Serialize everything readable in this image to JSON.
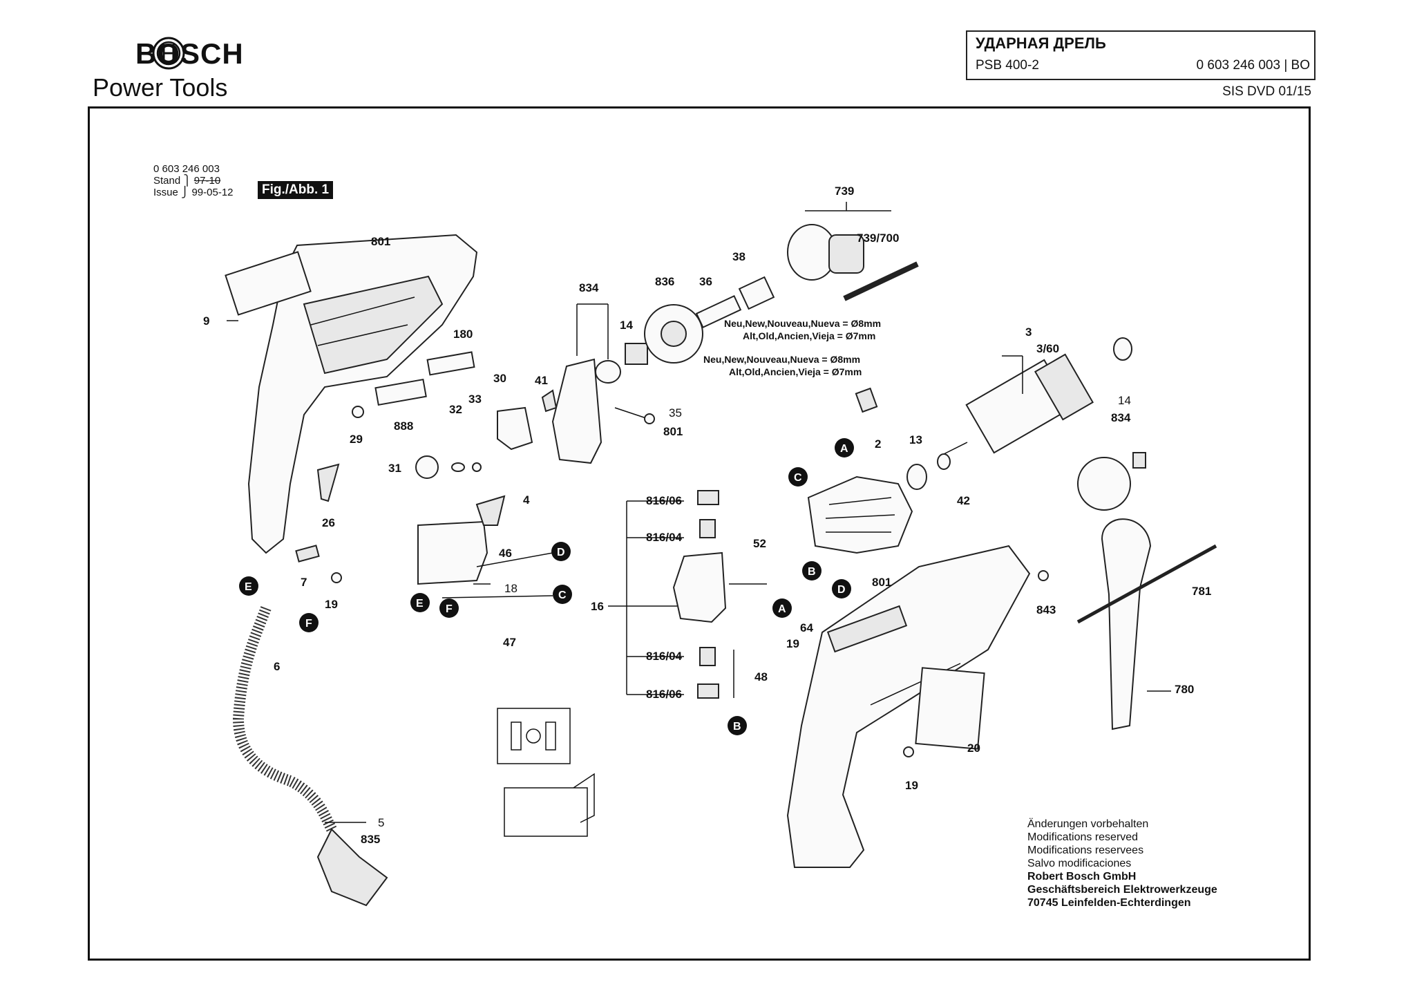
{
  "brand": {
    "name": "BOSCH",
    "product_line": "Power Tools"
  },
  "title_block": {
    "title": "УДАРНАЯ ДРЕЛЬ",
    "model": "PSB 400-2",
    "part_number": "0 603 246 003 | BO",
    "sis": "SIS DVD 01/15"
  },
  "figure": {
    "doc_number": "0 603 246 003",
    "stand_label": "Stand",
    "issue_label": "Issue",
    "stand_value": "97-10",
    "issue_value": "99-05-12",
    "badge": "Fig./Abb. 1"
  },
  "notes": {
    "new_8mm_a": "Neu,New,Nouveau,Nueva = Ø8mm",
    "old_7mm_a": "Alt,Old,Ancien,Vieja = Ø7mm",
    "new_8mm_b": "Neu,New,Nouveau,Nueva = Ø8mm",
    "old_7mm_b": "Alt,Old,Ancien,Vieja = Ø7mm"
  },
  "part_labels": {
    "p739": "739",
    "p739_700": "739/700",
    "p38": "38",
    "p836": "836",
    "p36": "36",
    "p834_top": "834",
    "p14_top": "14",
    "p801_top": "801",
    "p9": "9",
    "p180": "180",
    "p888": "888",
    "p29": "29",
    "p30": "30",
    "p41": "41",
    "p32": "32",
    "p33": "33",
    "p35": "35",
    "p801_mid": "801",
    "p31": "31",
    "p26": "26",
    "p7": "7",
    "p19_a": "19",
    "p6": "6",
    "p5": "5",
    "p835": "835",
    "p4": "4",
    "p46": "46",
    "p18": "18",
    "p47": "47",
    "p3": "3",
    "p3_60": "3/60",
    "p14_r": "14",
    "p834_r": "834",
    "p2": "2",
    "p13": "13",
    "p42": "42",
    "p816_06_a": "816/06",
    "p816_04_a": "816/04",
    "p52": "52",
    "p16": "16",
    "p64": "64",
    "p19_b": "19",
    "p816_04_b": "816/04",
    "p48": "48",
    "p816_06_b": "816/06",
    "p801_b": "801",
    "p843": "843",
    "p781": "781",
    "p780": "780",
    "p20": "20",
    "p19_c": "19"
  },
  "connectors": {
    "A": "A",
    "B": "B",
    "C": "C",
    "D": "D",
    "E": "E",
    "F": "F"
  },
  "footer": {
    "line1": "Änderungen vorbehalten",
    "line2": "Modifications reserved",
    "line3": "Modifications reservees",
    "line4": "Salvo modificaciones",
    "line5": "Robert Bosch GmbH",
    "line6": "Geschäftsbereich Elektrowerkzeuge",
    "line7": "70745 Leinfelden-Echterdingen"
  }
}
